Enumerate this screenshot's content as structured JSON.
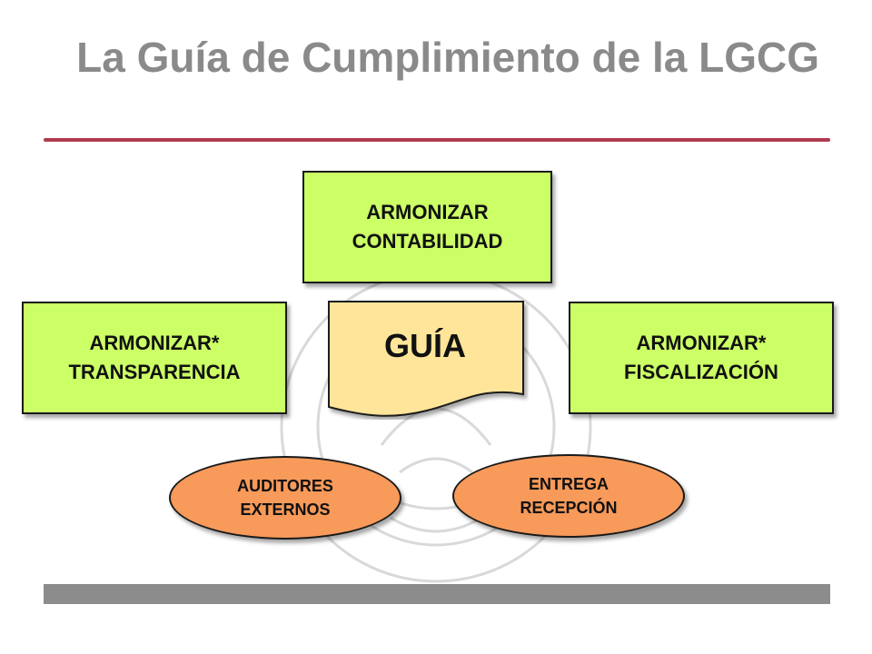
{
  "slide": {
    "title": "La Guía de Cumplimiento de la LGCG"
  },
  "diagram": {
    "top_box": {
      "line1": "ARMONIZAR",
      "line2": "CONTABILIDAD"
    },
    "left_box": {
      "line1": "ARMONIZAR*",
      "line2": "TRANSPARENCIA"
    },
    "right_box": {
      "line1": "ARMONIZAR*",
      "line2": "FISCALIZACIÓN"
    },
    "center_document": {
      "label": "GUÍA"
    },
    "left_oval": {
      "line1": "AUDITORES",
      "line2": "EXTERNOS"
    },
    "right_oval": {
      "line1": "ENTREGA",
      "line2": "RECEPCIÓN"
    }
  },
  "colors": {
    "title": "#8a8a8a",
    "title_rule": "#b03a4e",
    "box_fill": "#ccff66",
    "document_fill": "#ffe599",
    "oval_fill": "#f79a5a",
    "footer_bar": "#8c8c8c"
  },
  "icons": {
    "watermark": "national-seal-watermark-icon"
  }
}
